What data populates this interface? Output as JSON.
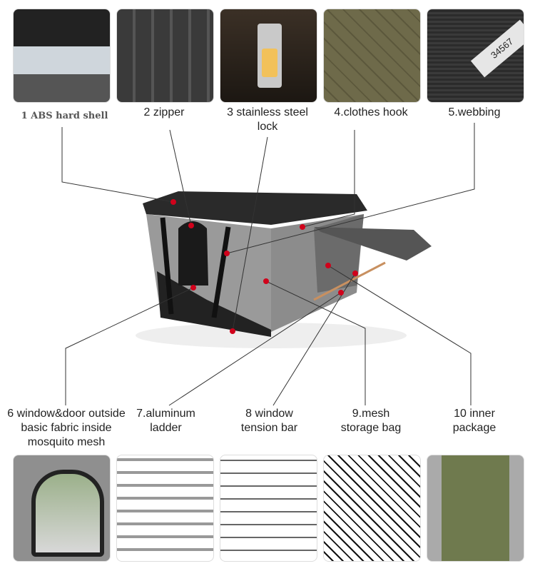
{
  "top_features": [
    {
      "label": "1  ABS hard shell"
    },
    {
      "label": "2 zipper"
    },
    {
      "label": "3 stainless steel lock"
    },
    {
      "label": "4.clothes hook"
    },
    {
      "label": "5.webbing"
    }
  ],
  "bottom_features": [
    {
      "label": "6 window&door outside basic fabric inside mosquito mesh"
    },
    {
      "label": "7.aluminum ladder"
    },
    {
      "label": "8 window tension bar"
    },
    {
      "label": "9.mesh storage bag"
    },
    {
      "label": "10 inner package"
    }
  ],
  "webbing_ruler_text": "34567",
  "colors": {
    "dot": "#d0021b",
    "line": "#333333",
    "tent": "#9a9a9a",
    "shell": "#2a2a2a"
  }
}
